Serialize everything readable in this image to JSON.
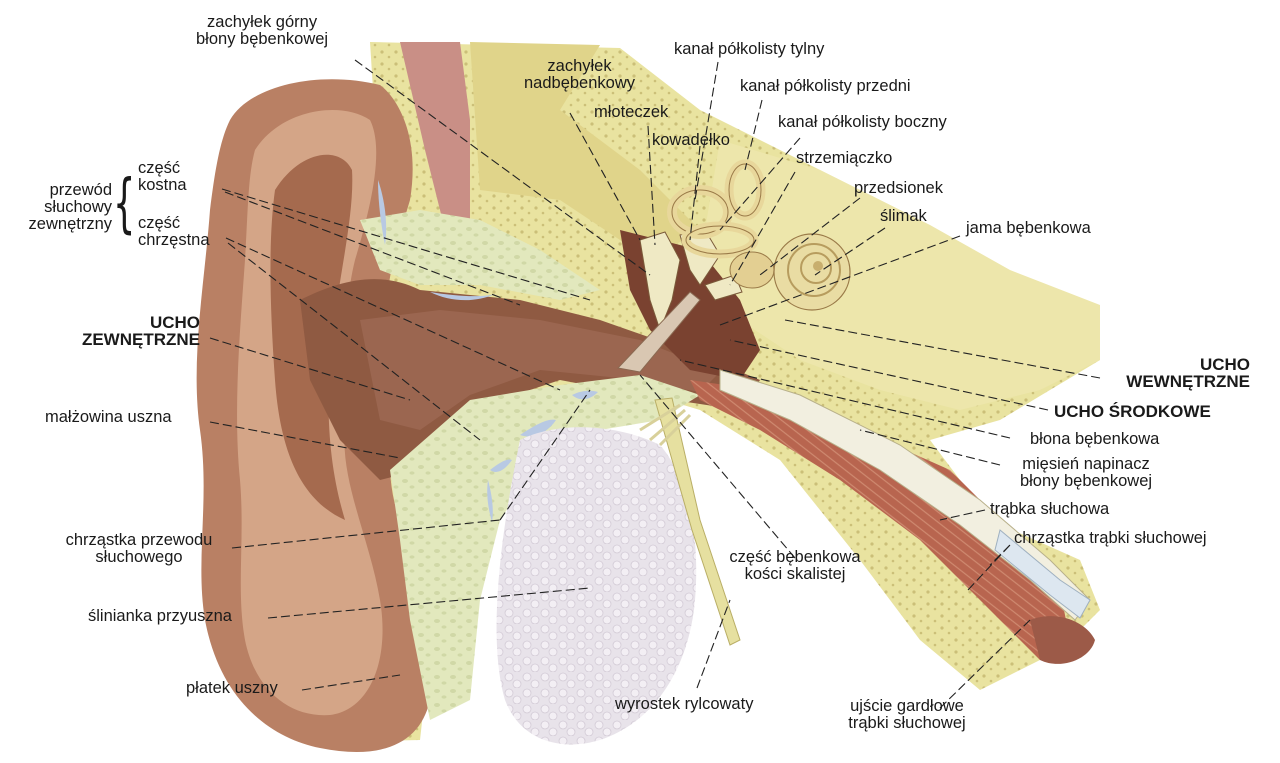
{
  "labels": {
    "zachylek_gorny": "zachyłek górny\nbłony bębenkowej",
    "zachylek_nadbebenkowy": "zachyłek\nnadbębenkowy",
    "mloteczek": "młoteczek",
    "kowadelko": "kowadełko",
    "kanal_tylny": "kanał półkolisty tylny",
    "kanal_przedni": "kanał półkolisty przedni",
    "kanal_boczny": "kanał półkolisty boczny",
    "strzemiaczko": "strzemiączko",
    "przedsionek": "przedsionek",
    "slimak": "ślimak",
    "jama_bebenkowa": "jama bębenkowa",
    "przewod_sluchowy": "przewód\nsłuchowy\nzewnętrzny",
    "czesc_kostna": "część\nkostna",
    "czesc_chrzestna": "część\nchrzęstna",
    "ucho_zewnetrzne": "UCHO\nZEWNĘTRZNE",
    "malzowina": "małżowina uszna",
    "chrzastka_przewodu": "chrząstka przewodu\nsłuchowego",
    "slinianka": "ślinianka przyuszna",
    "platek": "płatek uszny",
    "wyrostek": "wyrostek rylcowaty",
    "czesc_bebenkowa": "część bębenkowa\nkości skalistej",
    "ucho_wewnetrzne": "UCHO\nWEWNĘTRZNE",
    "ucho_srodkowe": "UCHO ŚRODKOWE",
    "blona_bebenkowa": "błona bębenkowa",
    "miesien": "mięsień napinacz\nbłony bębenkowej",
    "trabka": "trąbka słuchowa",
    "chrzastka_trabki": "chrząstka trąbki słuchowej",
    "ujscie": "ujście gardłowe\ntrąbki słuchowej"
  },
  "colors": {
    "skin_dark": "#9a6448",
    "skin_mid": "#c08a6a",
    "skin_light": "#d9ae8e",
    "bone": "#eee7a8",
    "bone_dark": "#d8cd84",
    "cartilage": "#dfe7b8",
    "gland": "#e4dfe6",
    "muscle": "#b4604e",
    "canal_dark": "#6e3f2c",
    "line": "#222222"
  }
}
